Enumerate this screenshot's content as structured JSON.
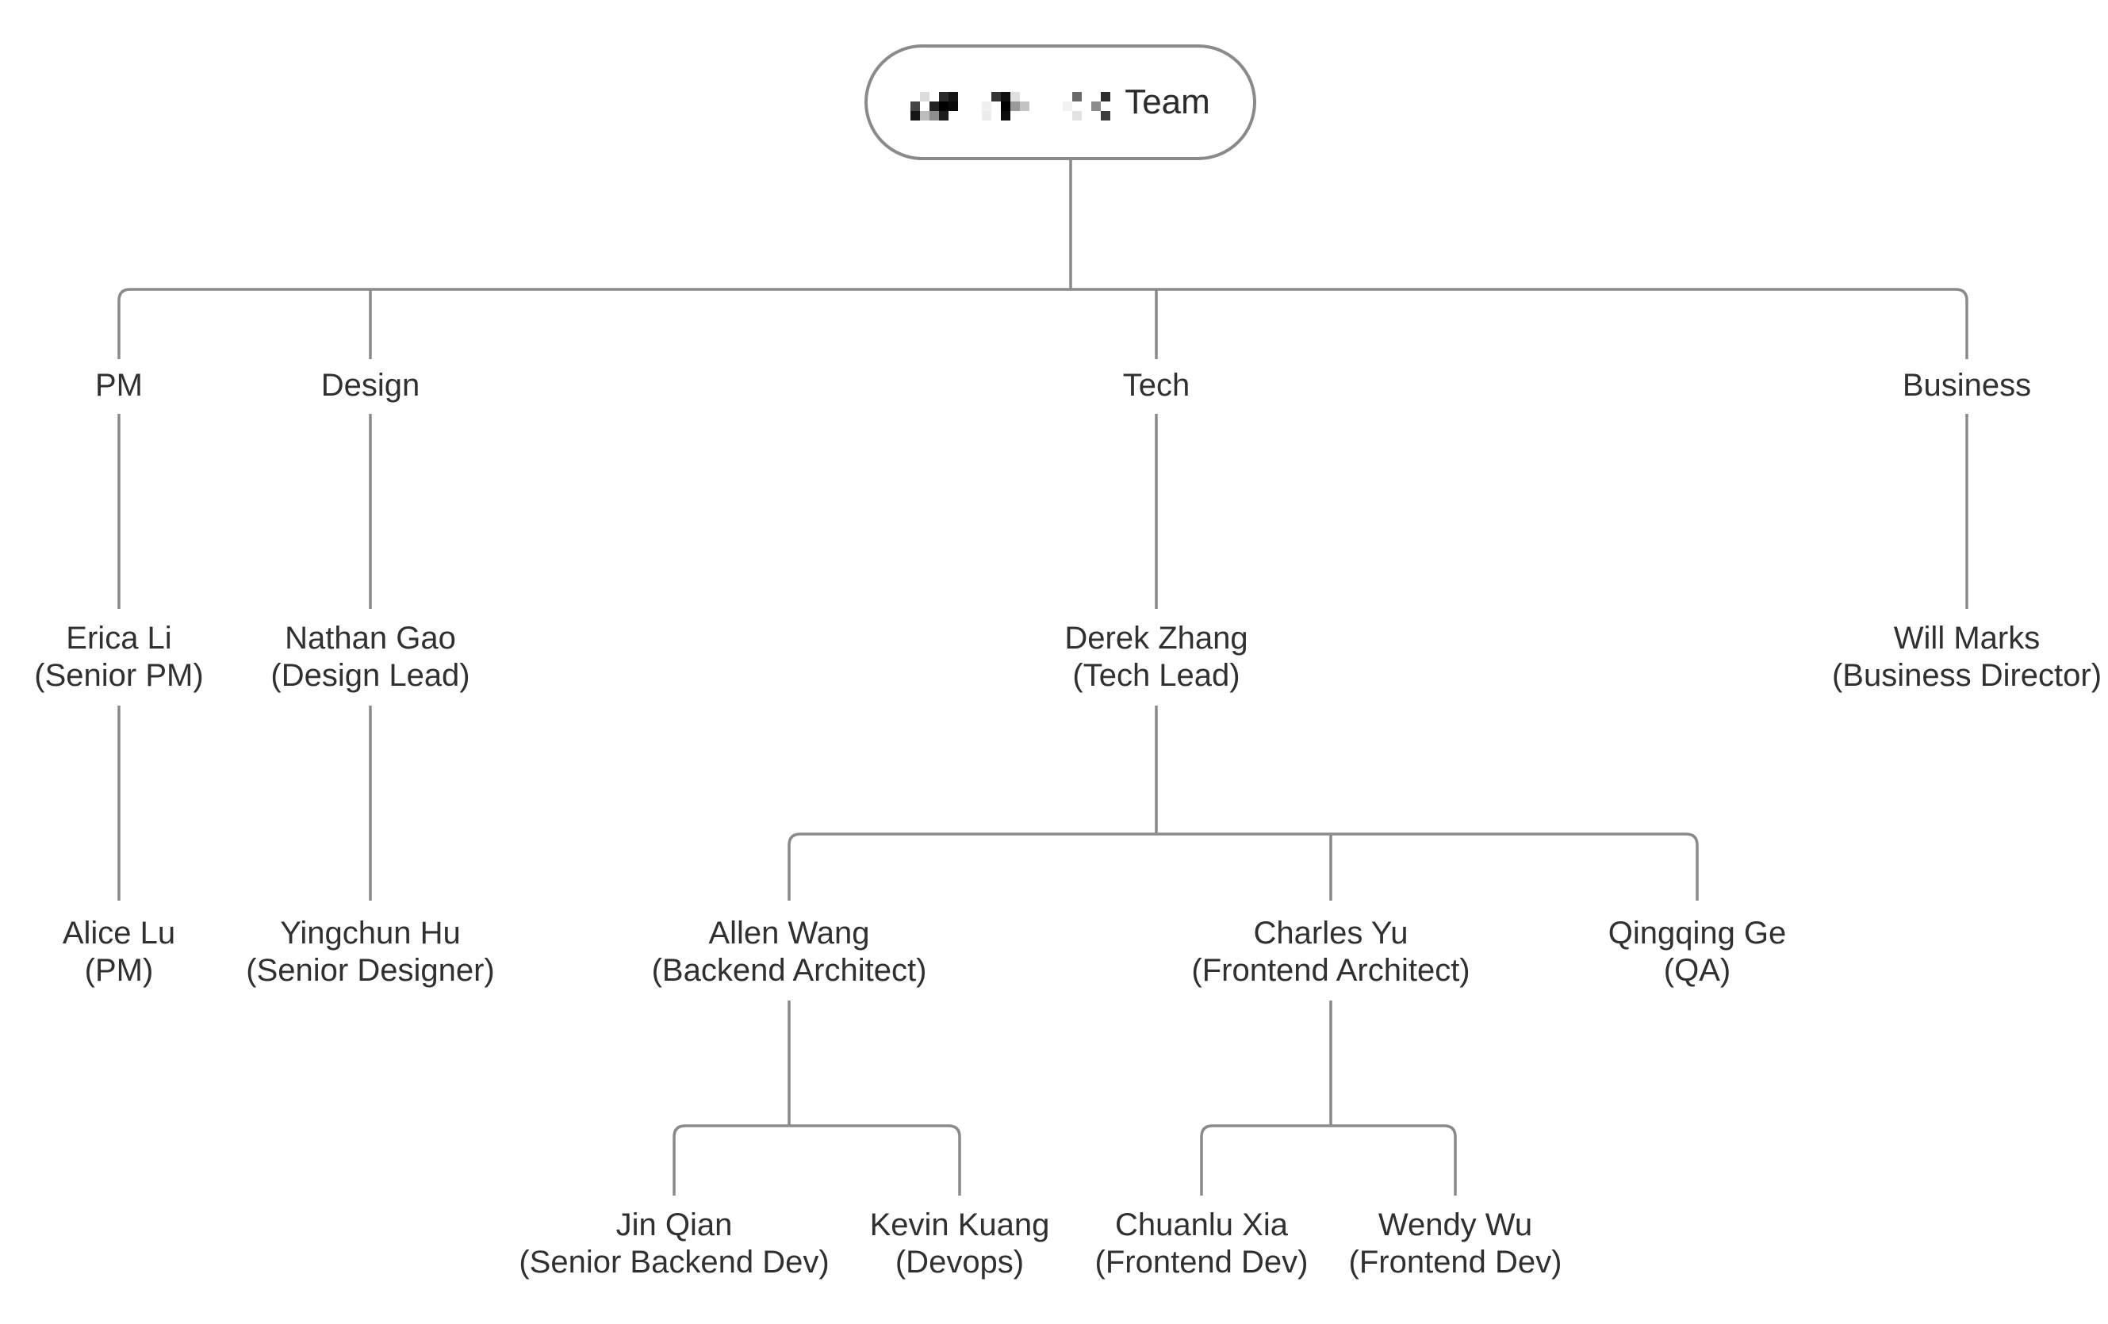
{
  "org": {
    "root": {
      "label_prefix_redacted": true,
      "label_suffix": "Team"
    },
    "branches": [
      {
        "label": "PM",
        "lead": {
          "name": "Erica Li",
          "role": "(Senior PM)"
        },
        "children": [
          {
            "name": "Alice Lu",
            "role": "(PM)"
          }
        ]
      },
      {
        "label": "Design",
        "lead": {
          "name": "Nathan Gao",
          "role": "(Design Lead)"
        },
        "children": [
          {
            "name": "Yingchun Hu",
            "role": "(Senior Designer)"
          }
        ]
      },
      {
        "label": "Tech",
        "lead": {
          "name": "Derek Zhang",
          "role": "(Tech Lead)"
        },
        "children": [
          {
            "name": "Allen Wang",
            "role": "(Backend Architect)",
            "children": [
              {
                "name": "Jin Qian",
                "role": "(Senior Backend Dev)"
              },
              {
                "name": "Kevin Kuang",
                "role": "(Devops)"
              }
            ]
          },
          {
            "name": "Charles Yu",
            "role": "(Frontend Architect)",
            "children": [
              {
                "name": "Chuanlu Xia",
                "role": "(Frontend Dev)"
              },
              {
                "name": "Wendy Wu",
                "role": "(Frontend Dev)"
              }
            ]
          },
          {
            "name": "Qingqing Ge",
            "role": "(QA)"
          }
        ]
      },
      {
        "label": "Business",
        "lead": {
          "name": "Will Marks",
          "role": "(Business Director)"
        },
        "children": []
      }
    ],
    "colors": {
      "connector_line": "#8a8a8a",
      "node_border": "#8a8a8a",
      "text": "#303030",
      "background": "#ffffff"
    }
  }
}
